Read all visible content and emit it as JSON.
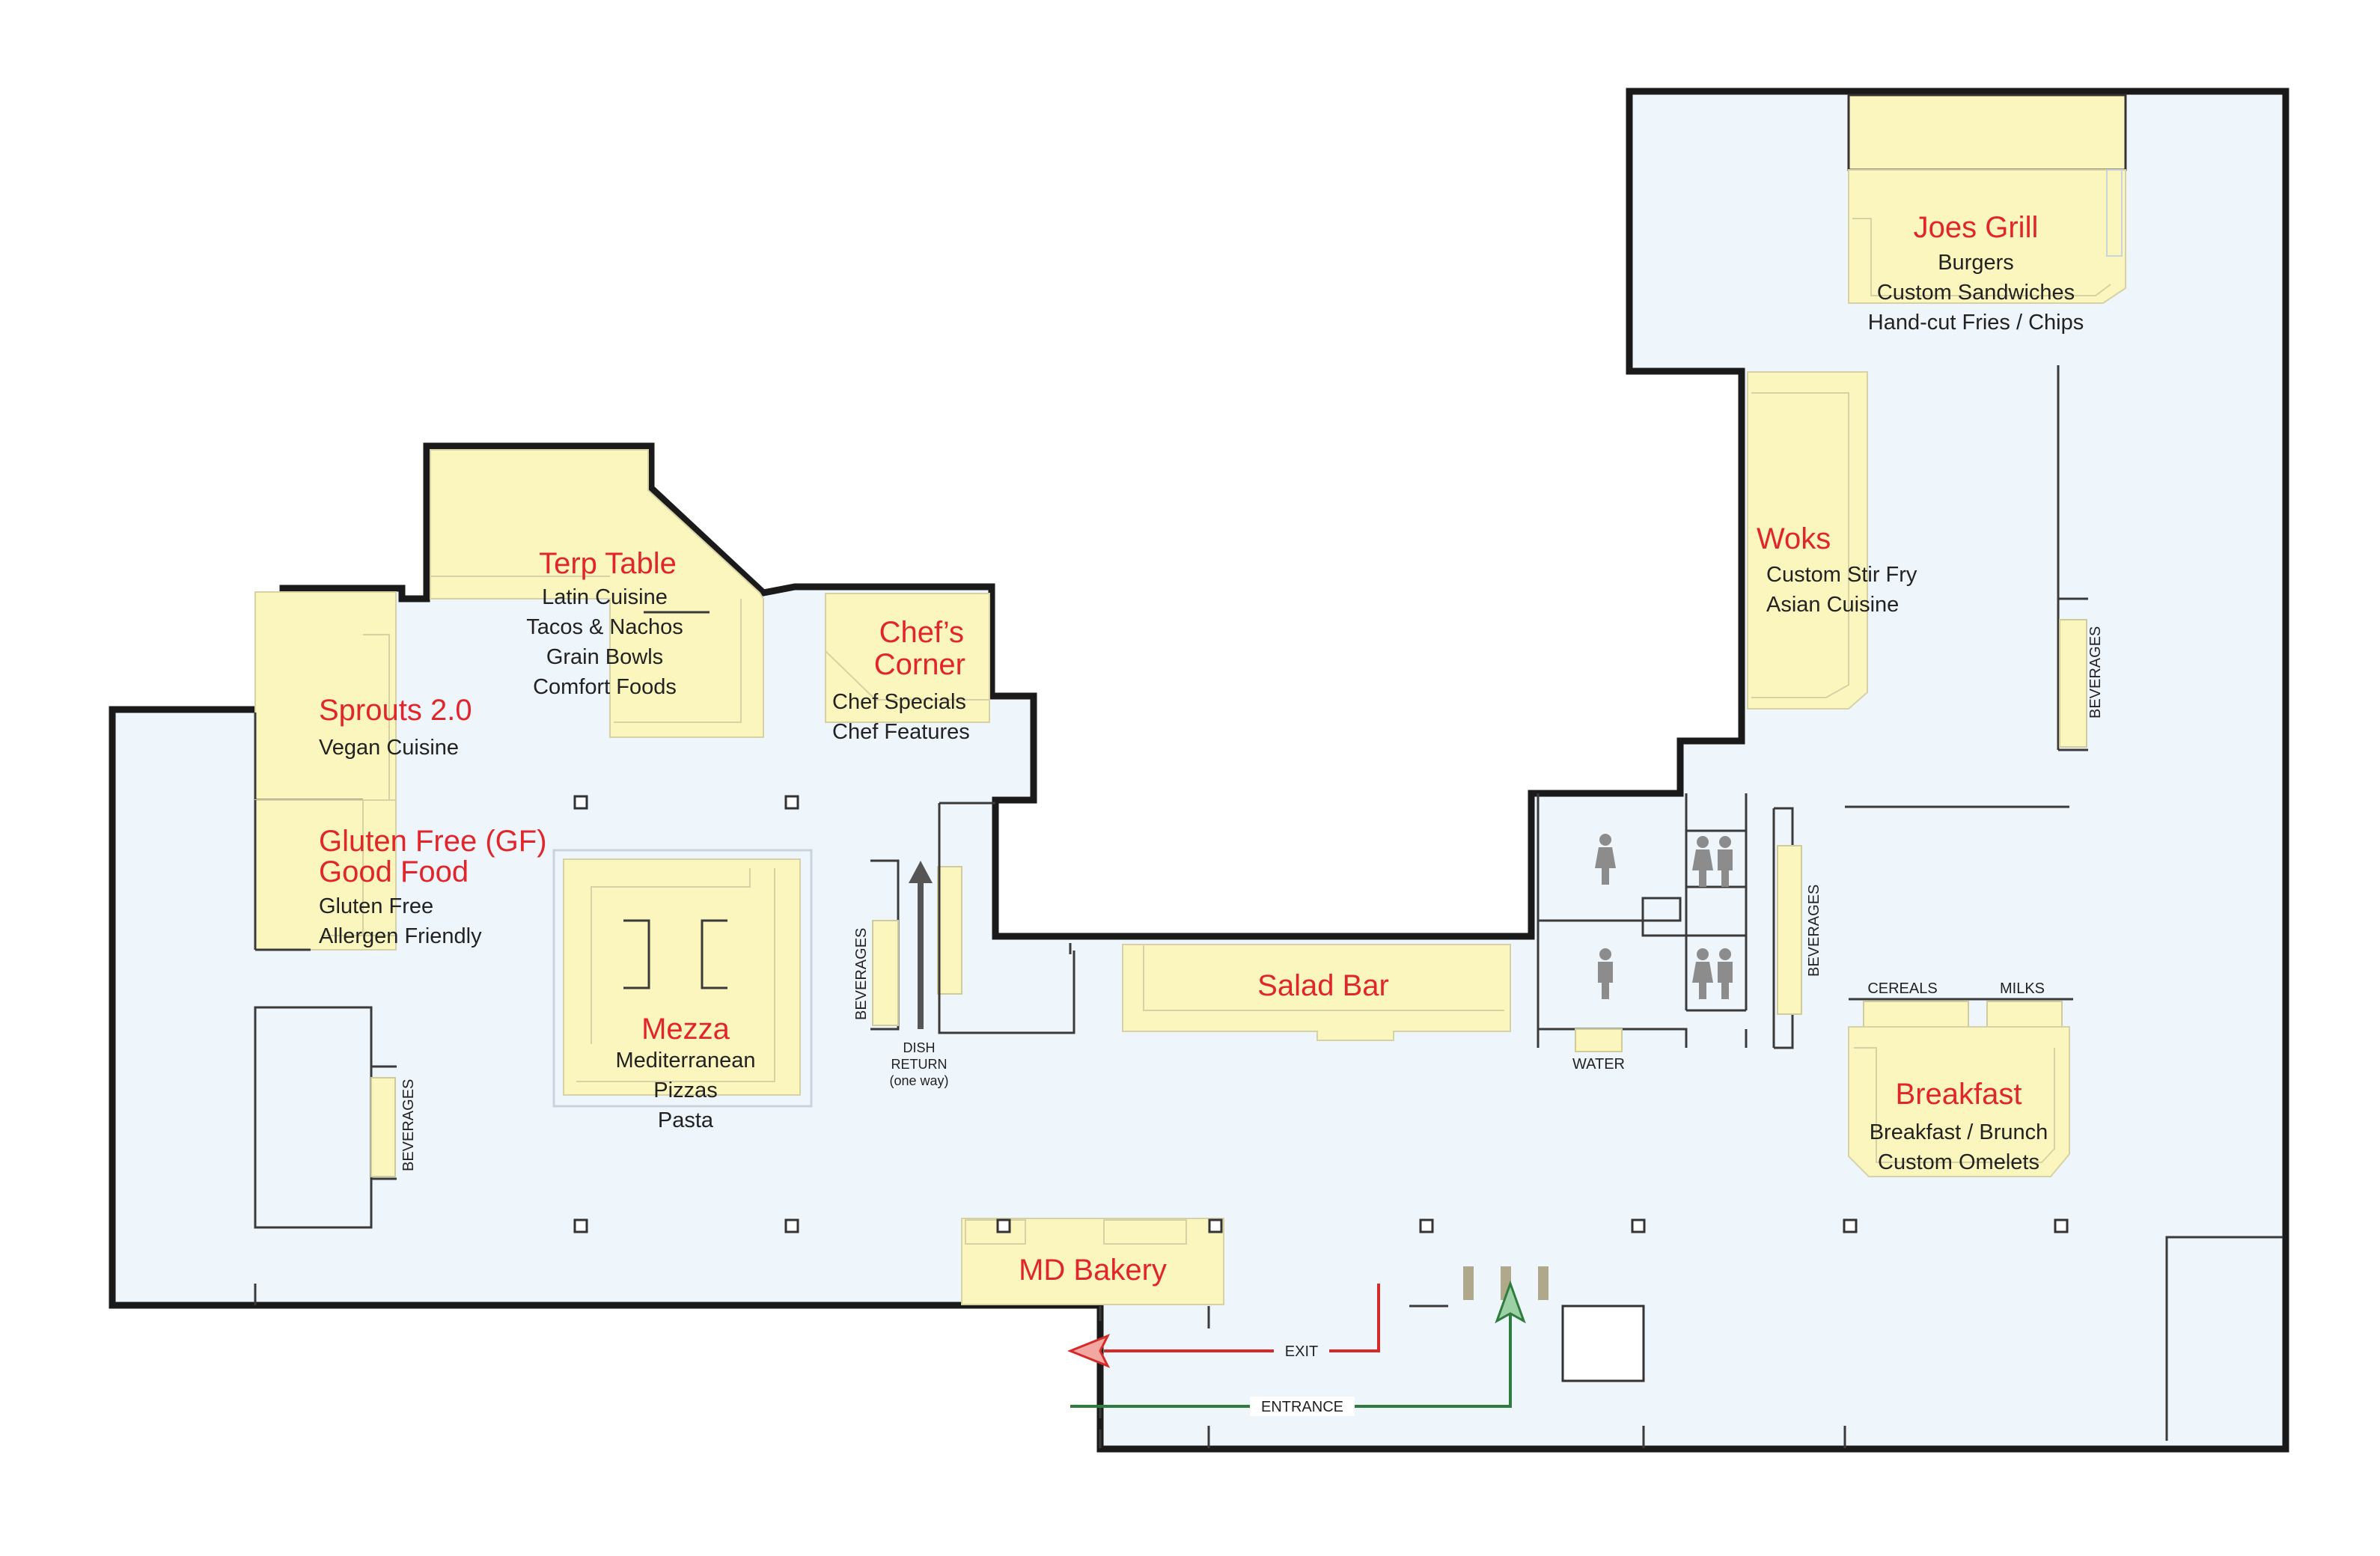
{
  "stations": [
    {
      "id": "joes-grill",
      "name": "Joes Grill",
      "items": [
        "Burgers",
        "Custom Sandwiches",
        "Hand-cut Fries / Chips"
      ]
    },
    {
      "id": "woks",
      "name": "Woks",
      "items": [
        "Custom Stir Fry",
        "Asian Cuisine"
      ]
    },
    {
      "id": "terp-table",
      "name": "Terp Table",
      "items": [
        "Latin Cuisine",
        "Tacos & Nachos",
        "Grain Bowls",
        "Comfort Foods"
      ]
    },
    {
      "id": "chefs-corner",
      "name_lines": [
        "Chef’s",
        "Corner"
      ],
      "items": [
        "Chef Specials",
        "Chef Features"
      ]
    },
    {
      "id": "sprouts",
      "name": "Sprouts 2.0",
      "items": [
        "Vegan Cuisine"
      ]
    },
    {
      "id": "gluten-free",
      "name_lines": [
        "Gluten Free (GF)",
        "Good Food"
      ],
      "items": [
        "Gluten Free",
        "Allergen Friendly"
      ]
    },
    {
      "id": "mezza",
      "name": "Mezza",
      "items": [
        "Mediterranean",
        "Pizzas",
        "Pasta"
      ]
    },
    {
      "id": "salad-bar",
      "name": "Salad Bar",
      "items": []
    },
    {
      "id": "breakfast",
      "name": "Breakfast",
      "items": [
        "Breakfast / Brunch",
        "Custom Omelets"
      ]
    },
    {
      "id": "md-bakery",
      "name": "MD Bakery",
      "items": []
    }
  ],
  "labels": {
    "beverages": "BEVERAGES",
    "dish_return": [
      "DISH",
      "RETURN",
      "(one way)"
    ],
    "water": "WATER",
    "cereals": "CEREALS",
    "milks": "MILKS",
    "exit": "EXIT",
    "entrance": "ENTRANCE"
  },
  "colors": {
    "floor": "#eef5fb",
    "station": "#fbf6bd",
    "station_name": "#e1262b",
    "exit_arrow": "#d42a2a",
    "entrance_arrow": "#2e7d3e",
    "dish_arrow": "#555555"
  }
}
